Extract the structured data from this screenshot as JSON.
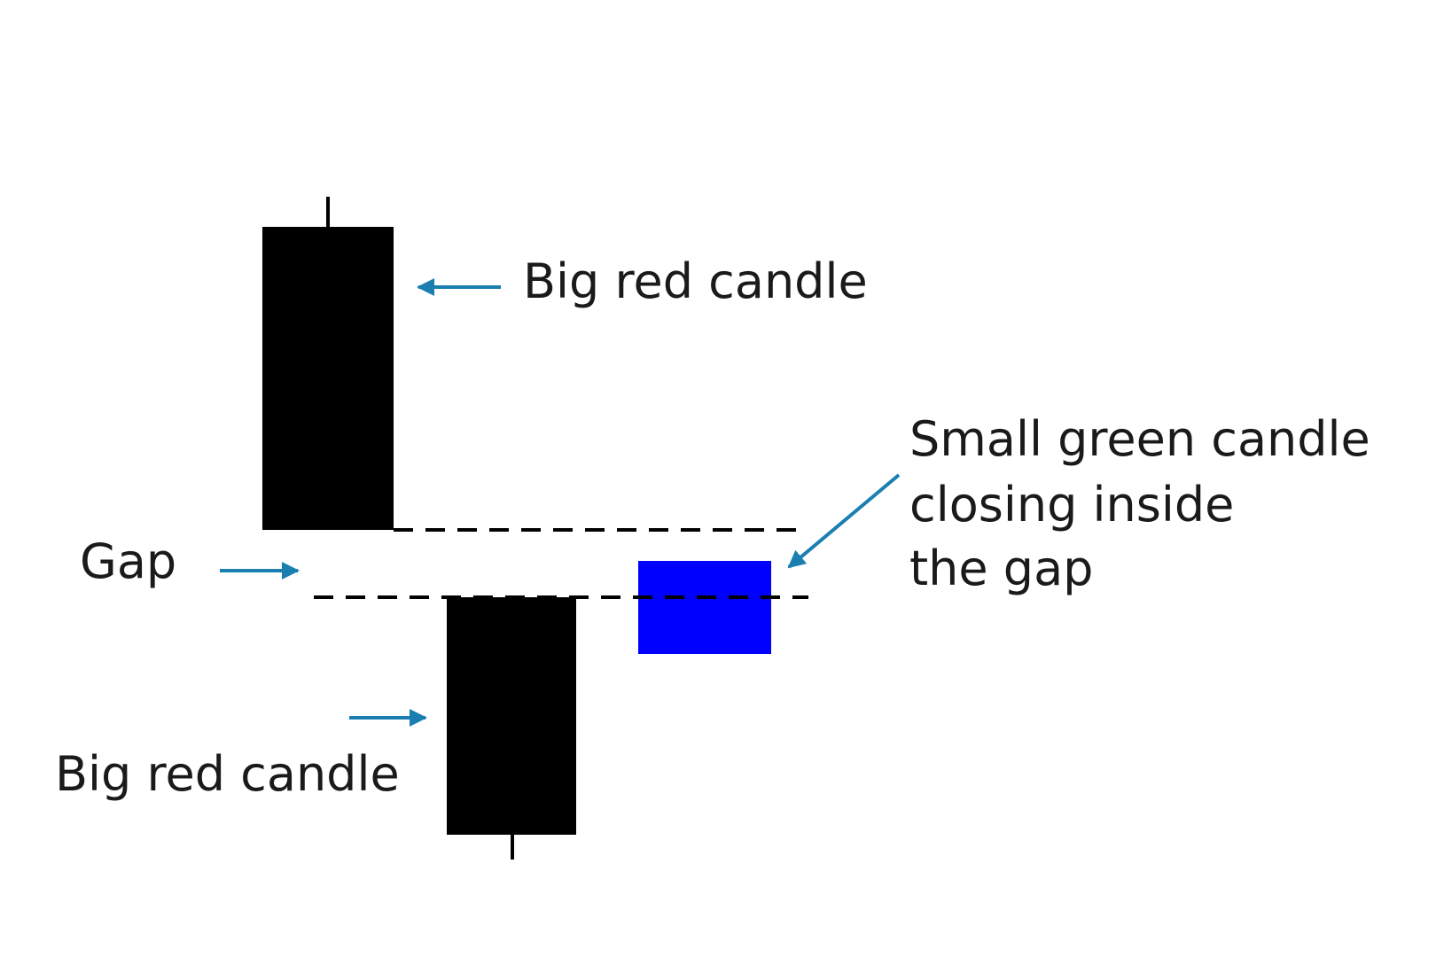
{
  "labels": {
    "top_candle": "Big red candle",
    "bottom_candle": "Big red candle",
    "gap": "Gap",
    "small_candle": [
      "Small green candle",
      "closing inside",
      "the gap"
    ]
  },
  "colors": {
    "candle_dark": "#000000",
    "small_candle": "#0000ff",
    "arrow": "#1a7fb0",
    "dashed_line": "#000000",
    "text": "#1a1a1a"
  }
}
